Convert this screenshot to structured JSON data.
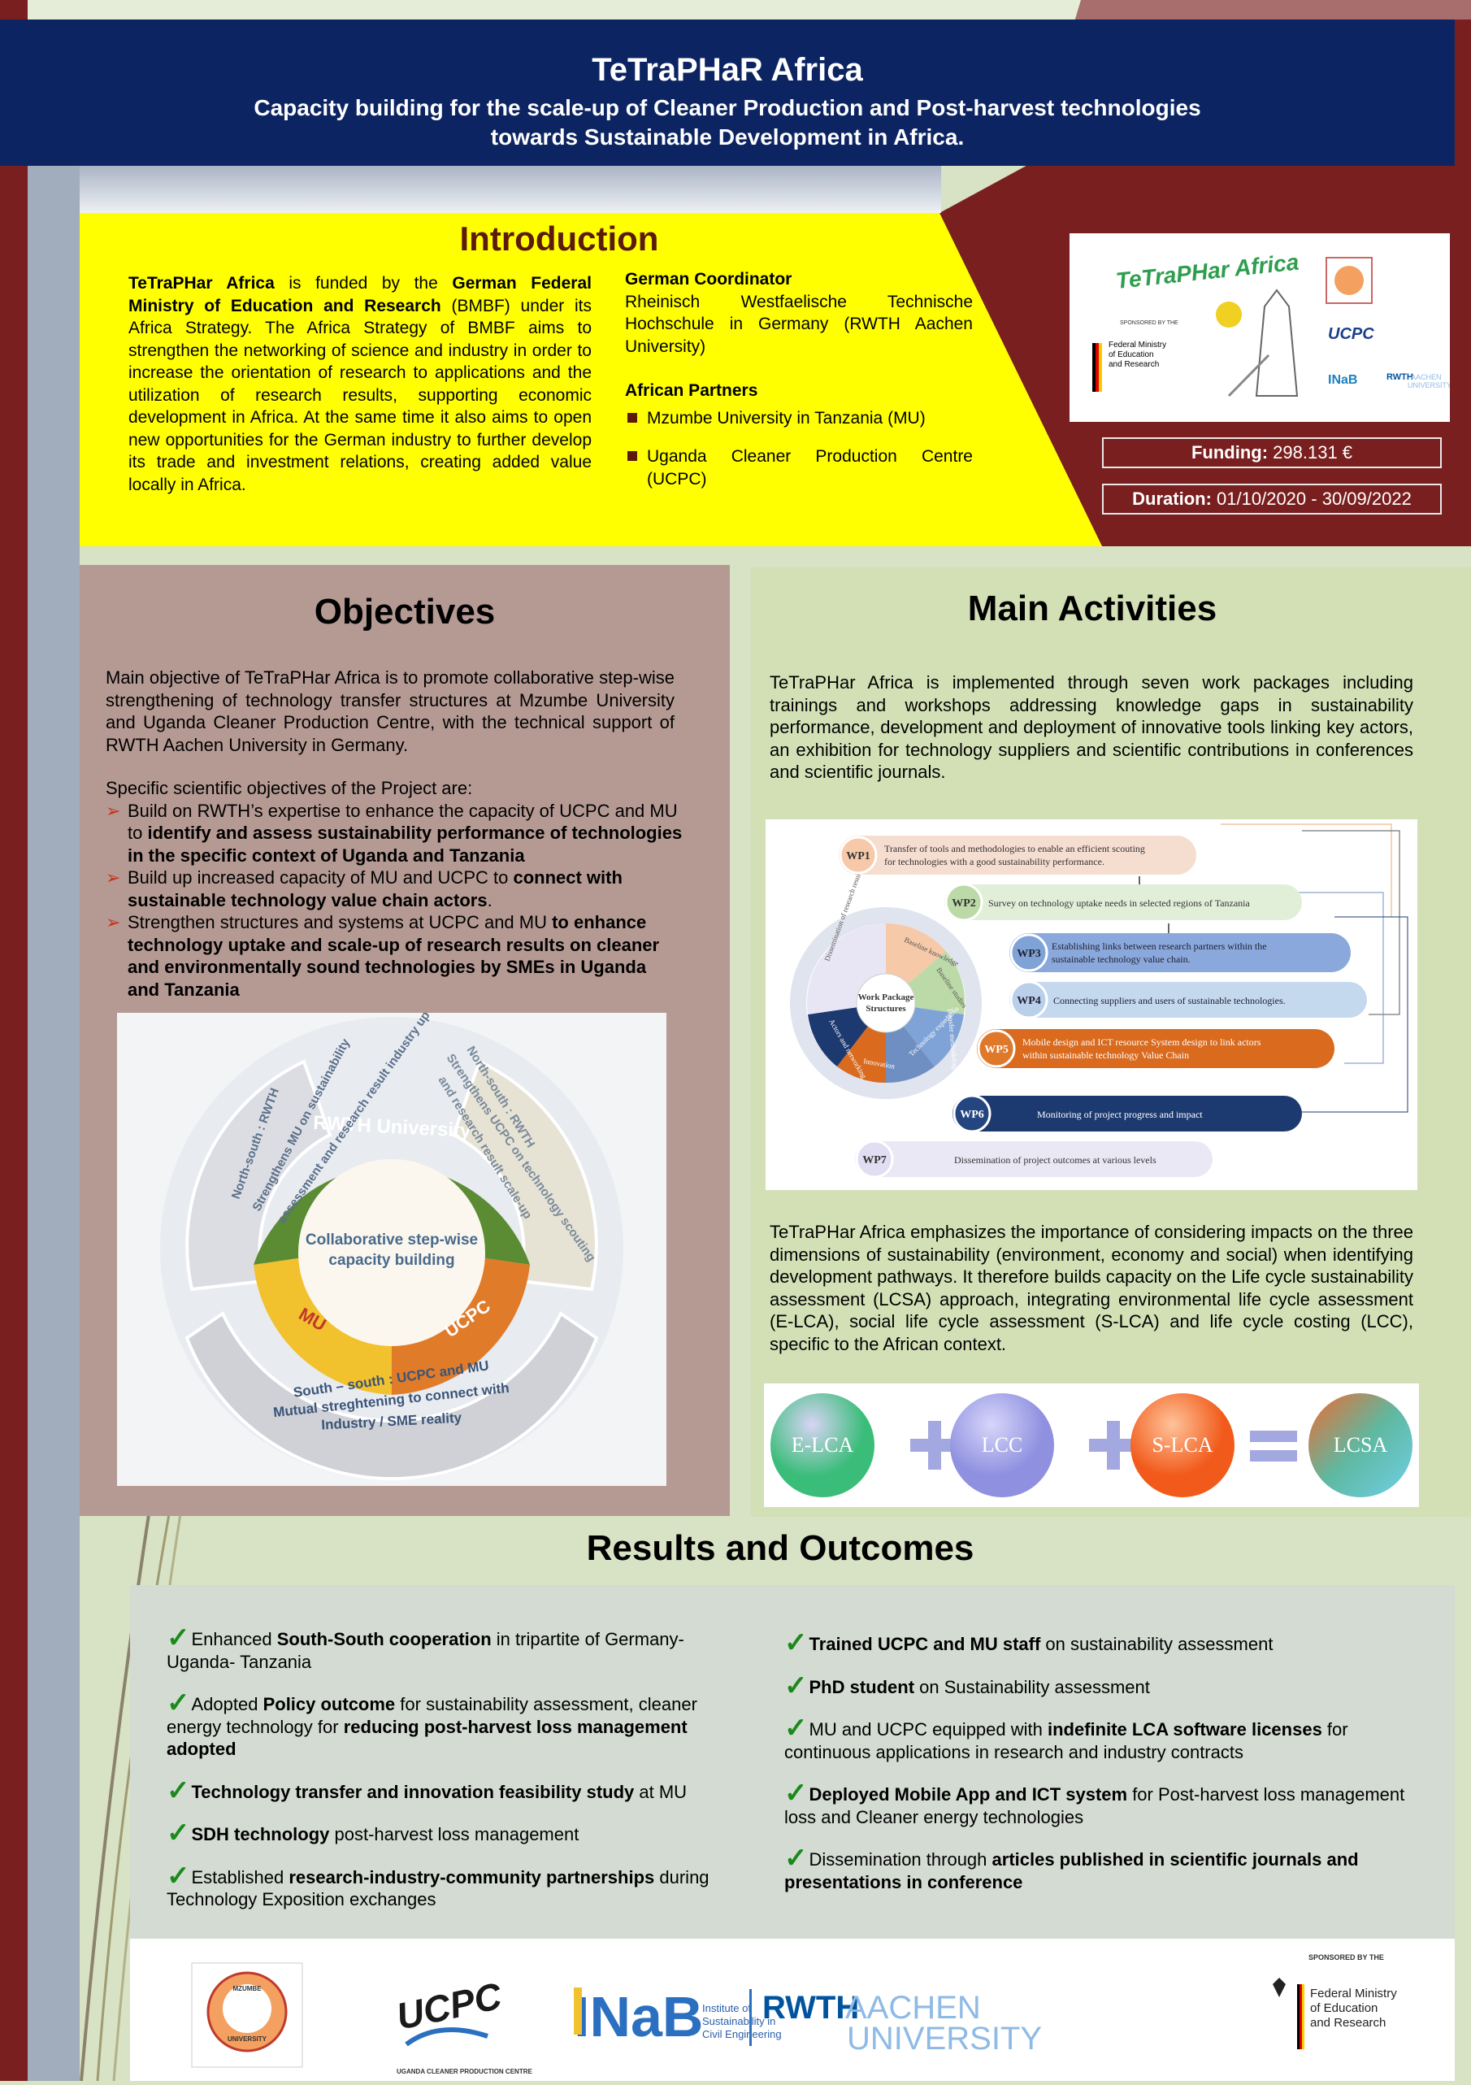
{
  "header": {
    "title": "TeTraPHaR Africa",
    "subtitle_1": "Capacity building for the scale-up of Cleaner Production and Post-harvest technologies",
    "subtitle_2": "towards Sustainable Development in Africa."
  },
  "introduction": {
    "title": "Introduction",
    "p_a": "TeTraPHar Africa",
    "p_b": " is funded by the ",
    "p_c": "German Federal Ministry of Education and Research",
    "p_d": " (BMBF) under its Africa Strategy. The Africa Strategy of BMBF aims to strengthen the networking of science and industry in order to increase the orientation of research to applications and the utilization of research results, supporting economic development in Africa. At the same time it also aims to open new opportunities for the German industry to further develop its trade and investment relations, creating added value locally in Africa.",
    "coordinator_heading": "German Coordinator",
    "coordinator_text": "Rheinisch Westfaelische Technische Hochschule in Germany (RWTH Aachen University)",
    "partners_heading": "African Partners",
    "partners": [
      "Mzumbe University in Tanzania (MU)",
      "Uganda Cleaner Production Centre (UCPC)"
    ]
  },
  "project_logos": {
    "title": "TeTraPHar Africa",
    "sponsored": "SPONSORED BY THE",
    "ministry_1": "Federal Ministry",
    "ministry_2": "of Education",
    "ministry_3": "and Research",
    "ucpc": "UCPC",
    "inab": "INaB",
    "rwth_1": "RWTH",
    "rwth_2": "AACHEN",
    "rwth_3": "UNIVERSITY"
  },
  "funding": {
    "label": "Funding:",
    "value": " 298.131 €"
  },
  "duration": {
    "label": "Duration:",
    "value": " 01/10/2020 - 30/09/2022"
  },
  "objectives": {
    "title": "Objectives",
    "main": "Main objective of TeTraPHar Africa is to promote collaborative step-wise strengthening of technology transfer structures at Mzumbe University and Uganda Cleaner Production Centre, with the technical support of RWTH Aachen University in Germany.",
    "specific_intro": "Specific scientific objectives of the Project are:",
    "items": [
      {
        "a": "Build on RWTH’s expertise to enhance the capacity of UCPC and MU to ",
        "b": "identify and assess sustainability performance of technologies in the specific context of Uganda and Tanzania",
        "c": ""
      },
      {
        "a": "Build up increased capacity of MU and UCPC to ",
        "b": "connect with sustainable technology value chain actors",
        "c": "."
      },
      {
        "a": "Strengthen structures and systems at UCPC and MU ",
        "b": "to enhance technology uptake and scale-up of research results on cleaner and environmentally sound technologies by SMEs in Uganda and Tanzania",
        "c": ""
      }
    ],
    "diagram": {
      "center_1": "Collaborative step-wise",
      "center_2": "capacity building",
      "rwth": "RWTH University",
      "mu": "MU",
      "ucpc": "UCPC",
      "left_1": "North-south : RWTH",
      "left_2": "Strengthens MU on sustainability",
      "left_3": "assessment and research result industry up-take",
      "right_1": "North-south : RWTH",
      "right_2": "Strengthens UCPC on technology scouting",
      "right_3": "and research result scale-up",
      "bottom_1": "South – south : UCPC and MU",
      "bottom_2": "Mutual streghtening to connect with",
      "bottom_3": "Industry / SME reality"
    }
  },
  "activities": {
    "title": "Main Activities",
    "text1": "TeTraPHar Africa is implemented through seven work packages including trainings and workshops addressing knowledge gaps in sustainability performance, development and deployment of innovative tools linking key actors, an exhibition for technology suppliers and scientific contributions in conferences and scientific journals.",
    "text2": "TeTraPHar Africa emphasizes the importance of considering impacts on the three dimensions of sustainability (environment, economy and social) when identifying development pathways. It therefore builds capacity on the Life cycle sustainability assessment (LCSA) approach, integrating  environmental life cycle assessment (E-LCA), social life cycle assessment (S-LCA) and life cycle costing (LCC), specific to the African context.",
    "wheel": {
      "center_1": "Work Package",
      "center_2": "Structures",
      "segments": [
        "Baseline knowledge",
        "Baseline studies",
        "Transfer methodologies",
        "Technology expedition",
        "Innovation",
        "Actors and networking",
        "Dissemination of research results"
      ]
    },
    "wps": [
      {
        "id": "WP1",
        "text_1": "Transfer of tools and methodologies to enable an efficient scouting",
        "text_2": "for technologies with a good sustainability performance."
      },
      {
        "id": "WP2",
        "text_1": "Survey on technology uptake needs in selected regions of Tanzania",
        "text_2": ""
      },
      {
        "id": "WP3",
        "text_1": "Establishing links between research partners within the",
        "text_2": "sustainable technology value chain."
      },
      {
        "id": "WP4",
        "text_1": "Connecting suppliers and users of sustainable technologies.",
        "text_2": ""
      },
      {
        "id": "WP5",
        "text_1": "Mobile design and ICT resource System design to link actors",
        "text_2": "within sustainable technology Value Chain"
      },
      {
        "id": "WP6",
        "text_1": "Monitoring of project progress and impact",
        "text_2": ""
      },
      {
        "id": "WP7",
        "text_1": "Dissemination of project outcomes at various levels",
        "text_2": ""
      }
    ],
    "lca": {
      "e": "E-LCA",
      "lcc": "LCC",
      "s": "S-LCA",
      "lcsa": "LCSA"
    }
  },
  "results": {
    "title": "Results and Outcomes",
    "left": [
      {
        "a": "Enhanced  ",
        "b": "South-South cooperation",
        "c": " in tripartite of Germany-Uganda- Tanzania"
      },
      {
        "a": "Adopted ",
        "b": "Policy outcome",
        "c": " for sustainability assessment, cleaner energy technology for ",
        "d": "reducing post-harvest loss management adopted"
      },
      {
        "a": "",
        "b": "Technology transfer  and innovation feasibility study",
        "c": " at MU"
      },
      {
        "a": "",
        "b": "SDH technology",
        "c": " post-harvest loss management"
      },
      {
        "a": "Established ",
        "b": "research-industry-community partnerships",
        "c": " during Technology Exposition exchanges"
      }
    ],
    "right": [
      {
        "a": "",
        "b": "Trained UCPC and MU staff",
        "c": " on sustainability assessment"
      },
      {
        "a": "",
        "b": "PhD student",
        "c": " on Sustainability assessment"
      },
      {
        "a": "MU and UCPC equipped with ",
        "b": "indefinite LCA software licenses",
        "c": " for continuous applications in research and industry contracts"
      },
      {
        "a": "",
        "b": "Deployed Mobile App and ICT system",
        "c": " for Post-harvest loss management loss and Cleaner energy technologies"
      },
      {
        "a": "Dissemination through ",
        "b": "articles published in scientific journals and presentations in conference",
        "c": ""
      }
    ]
  },
  "footer": {
    "mzumbe_1": "MZUMBE",
    "mzumbe_2": "UNIVERSITY",
    "ucpc": "UCPC",
    "ucpc_sub": "UGANDA CLEANER PRODUCTION CENTRE",
    "inab": "INaB",
    "inab_1": "Institute of",
    "inab_2": "Sustainability in",
    "inab_3": "Civil Engineering",
    "rwth_1": "RWTH",
    "rwth_2": "AACHEN",
    "rwth_3": "UNIVERSITY",
    "sponsored": "SPONSORED BY THE",
    "ministry_1": "Federal Ministry",
    "ministry_2": "of Education",
    "ministry_3": "and Research"
  }
}
